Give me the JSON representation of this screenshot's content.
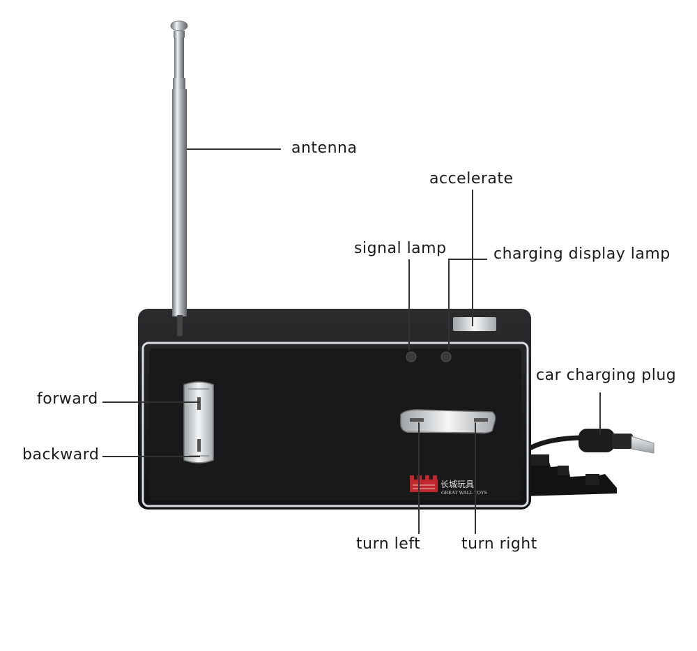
{
  "labels": {
    "antenna": "antenna",
    "accelerate": "accelerate",
    "signal_lamp": "signal lamp",
    "charging_display_lamp": "charging display lamp",
    "car_charging_plug": "car charging plug",
    "forward": "forward",
    "backward": "backward",
    "turn_left": "turn left",
    "turn_right": "turn right"
  },
  "brand": {
    "chinese": "长城玩具",
    "english": "GREAT WALL TOYS"
  },
  "colors": {
    "body": "#1b1b1d",
    "trim": "#d8dde2",
    "chrome": "#b8bcc0",
    "brand_red": "#c0282d"
  }
}
